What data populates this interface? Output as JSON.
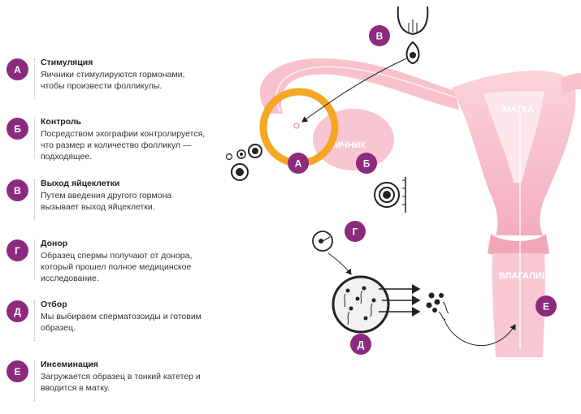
{
  "steps": [
    {
      "letter": "А",
      "title": "Стимуляция",
      "lines": [
        "Яичники стимулируются гормонами,",
        "чтобы произвести фолликулы."
      ]
    },
    {
      "letter": "Б",
      "title": "Контроль",
      "lines": [
        "Посредством эхографии контролируется,",
        "что размер и количество фолликул —",
        "подходящее."
      ]
    },
    {
      "letter": "В",
      "title": "Выход яйцеклетки",
      "lines": [
        "Путем введения другого гормона",
        "вызывает выход яйцеклетки."
      ]
    },
    {
      "letter": "Г",
      "title": "Донор",
      "lines": [
        "Образец спермы получают от донора,",
        "который прошел полное медицинское",
        "исследование."
      ]
    },
    {
      "letter": "Д",
      "title": "Отбор",
      "lines": [
        "Мы выбираем сперматозоиды и готовим",
        "образец."
      ]
    },
    {
      "letter": "Е",
      "title": "Инсеминация",
      "lines": [
        "Загружается образец в тонкий катетер и",
        "вводится в матку."
      ]
    }
  ],
  "diagram": {
    "uterus_label": "МАТКА",
    "ovary_label": "ЯИЧНИК",
    "vagina_label": "ВЛАГАЛИЩЕ",
    "markers": [
      "А",
      "Б",
      "В",
      "Г",
      "Д",
      "Е"
    ]
  },
  "colors": {
    "badge": "#8c2a7e",
    "tissue": "#f6b9c6",
    "tissue_light": "#fbd7df",
    "ring": "#f5a623"
  }
}
